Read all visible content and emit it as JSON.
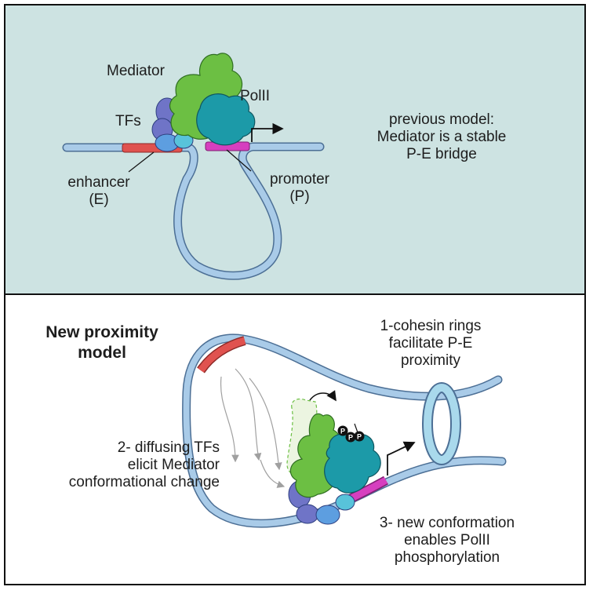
{
  "top": {
    "mediator": "Mediator",
    "polii": "PolII",
    "tfs": "TFs",
    "enhancer": "enhancer",
    "enhancer_abbr": "(E)",
    "promoter": "promoter",
    "promoter_abbr": "(P)",
    "model_line1": "previous model:",
    "model_line2": "Mediator is a stable",
    "model_line3": "P-E bridge"
  },
  "bottom": {
    "title_line1": "New proximity",
    "title_line2": "model",
    "cohesin_line1": "1-cohesin rings",
    "cohesin_line2": "facilitate P-E",
    "cohesin_line3": "proximity",
    "tfs_line1": "2- diffusing TFs",
    "tfs_line2": "elicit Mediator",
    "tfs_line3": "conformational change",
    "conf_line1": "3- new conformation",
    "conf_line2": "enables PolII",
    "conf_line3": "phosphorylation",
    "phospho_mark": "P"
  },
  "colors": {
    "top_background": "#cde3e2",
    "dna": "#a9cbe8",
    "enhancer": "#e0524f",
    "promoter": "#d63fbf",
    "mediator": "#6cbf43",
    "polii": "#1c9aa8",
    "tf_purple": "#6f74c7",
    "tf_blue": "#5d9ee0"
  }
}
